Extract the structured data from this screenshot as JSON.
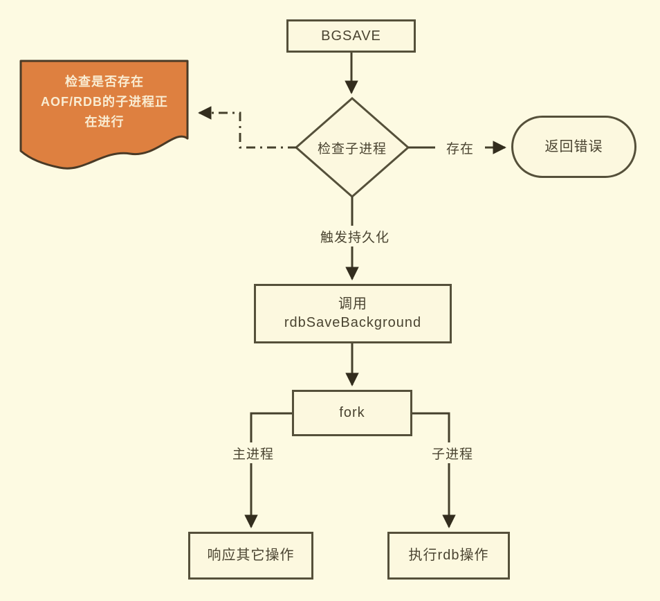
{
  "diagram": {
    "title_hint": "BGSAVE flow",
    "colors": {
      "background": "#FDFAE2",
      "node_fill": "#FCF8DF",
      "node_border": "#55503A",
      "line": "#45402C",
      "arrowhead": "#332D1E",
      "note_fill": "#DE8040",
      "note_border": "#4A3A26",
      "note_text": "#F9ECD2",
      "text": "#4A4431"
    },
    "nodes": {
      "bgsave": {
        "label": "BGSAVE",
        "shape": "rectangle"
      },
      "decision": {
        "label": "检查子进程",
        "shape": "diamond"
      },
      "return_error": {
        "label": "返回错误",
        "shape": "stadium"
      },
      "call_rdbsave": {
        "line1": "调用",
        "line2": "rdbSaveBackground",
        "shape": "rectangle"
      },
      "fork": {
        "label": "fork",
        "shape": "rectangle"
      },
      "respond_other": {
        "label": "响应其它操作",
        "shape": "rectangle"
      },
      "exec_rdb": {
        "label": "执行rdb操作",
        "shape": "rectangle"
      },
      "note": {
        "shape": "document",
        "lines": [
          "检查是否存在",
          "AOF/RDB的子进程正",
          "在进行"
        ]
      }
    },
    "edge_labels": {
      "exists": "存在",
      "trigger": "触发持久化",
      "main_process": "主进程",
      "child_process": "子进程"
    }
  }
}
